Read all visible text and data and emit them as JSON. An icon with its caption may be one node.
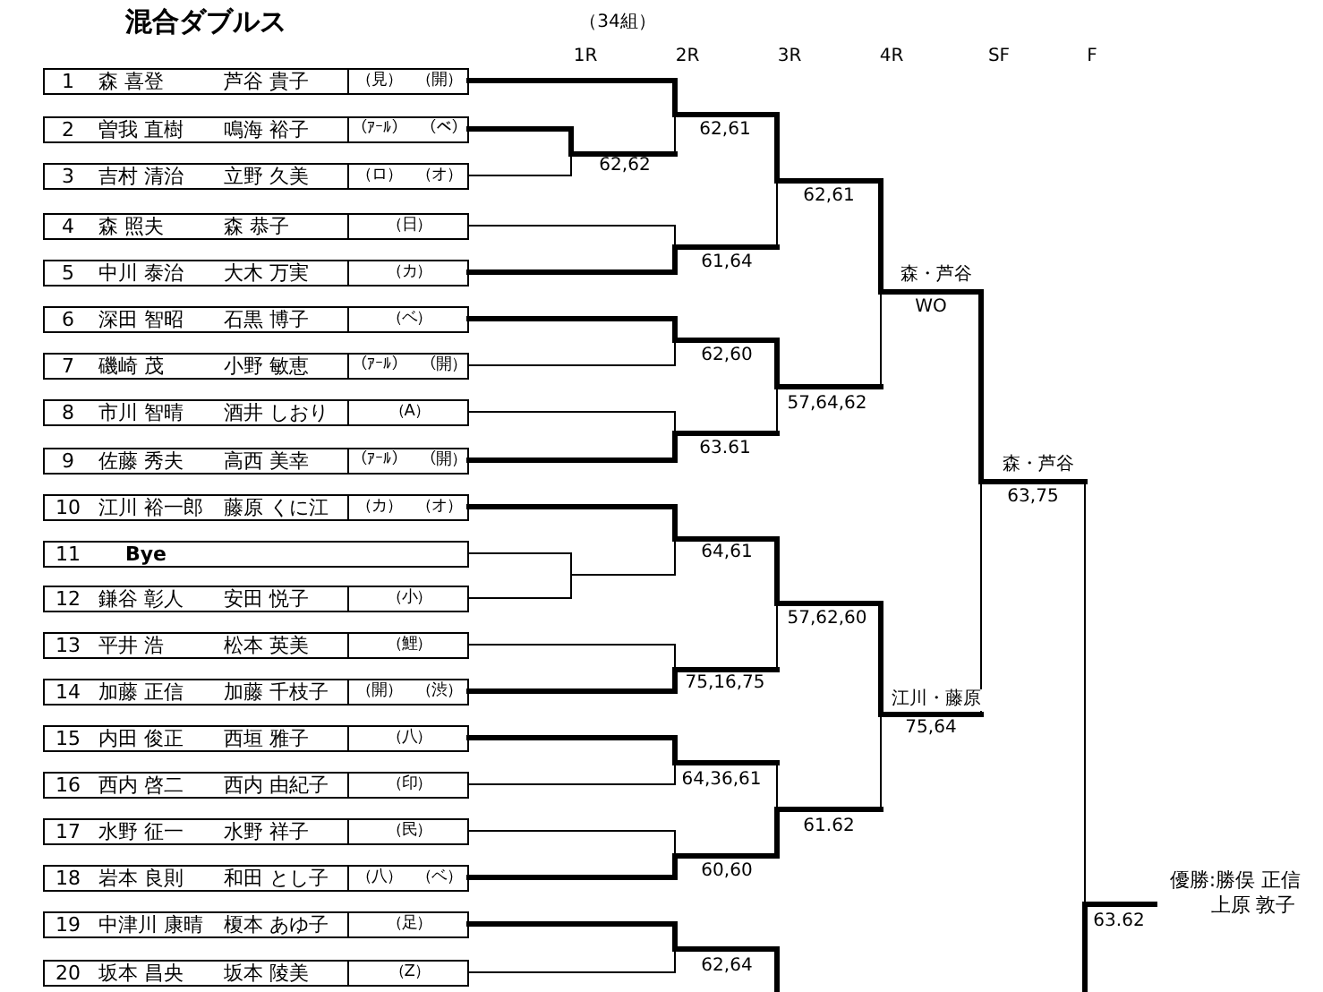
{
  "diagram": {
    "title": "混合ダブルス",
    "nodes": [
      {
        "text": [
          "1",
          "森 喜登",
          "芦谷 貴子",
          "（見）　（開）"
        ]
      },
      {
        "text": [
          "2",
          "曽我 直樹",
          "鳴海 裕子",
          "（ｱｰﾙ）　（ベ）"
        ]
      },
      {
        "text": [
          "3",
          "吉村 清治",
          "立野 久美",
          "（ロ）　（オ）"
        ]
      },
      {
        "text": [
          "4",
          "森 照夫",
          "森 恭子",
          "（日）"
        ]
      },
      {
        "text": [
          "5",
          "中川 泰治",
          "大木 万実",
          "（カ）"
        ]
      },
      {
        "text": [
          "6",
          "深田 智昭",
          "石黒 博子",
          "（ベ）"
        ]
      },
      {
        "text": [
          "7",
          "磯崎 茂",
          "小野 敏恵",
          "（ｱｰﾙ）　（開）"
        ]
      },
      {
        "text": [
          "8",
          "市川 智晴",
          "酒井 しおり",
          "（A）"
        ]
      },
      {
        "text": [
          "9",
          "佐藤 秀夫",
          "高西 美幸",
          "（ｱｰﾙ）　（開）"
        ]
      },
      {
        "text": [
          "10",
          "江川 裕一郎",
          "藤原 くに江",
          "（カ）　（オ）"
        ]
      },
      {
        "text": [
          "11",
          "Bye"
        ]
      },
      {
        "text": [
          "12",
          "鎌谷 彰人",
          "安田 悦子",
          "（小）"
        ]
      },
      {
        "text": [
          "13",
          "平井 浩",
          "松本 英美",
          "（鯉）"
        ]
      },
      {
        "text": [
          "14",
          "加藤 正信",
          "加藤 千枝子",
          "（開）　（渋）"
        ]
      },
      {
        "text": [
          "15",
          "内田 俊正",
          "西垣 雅子",
          "（八）"
        ]
      },
      {
        "text": [
          "16",
          "西内 啓二",
          "西内 由紀子",
          "（印）"
        ]
      },
      {
        "text": [
          "17",
          "水野 征一",
          "水野 祥子",
          "（民）"
        ]
      },
      {
        "text": [
          "18",
          "岩本 良則",
          "和田 とし子",
          "（八）　（ベ）"
        ]
      },
      {
        "text": [
          "19",
          "中津川 康晴",
          "榎本 あゆ子",
          "（足）"
        ]
      },
      {
        "text": [
          "20",
          "坂本 昌央",
          "坂本 陵美",
          "（Z）"
        ]
      }
    ],
    "labels": [
      "（34組）",
      "1R",
      "2R",
      "3R",
      "4R",
      "SF",
      "F",
      "62,61",
      "62,62",
      "62,61",
      "61,64",
      "森・芦谷",
      "WO",
      "62,60",
      "57,64,62",
      "63.61",
      "森・芦谷",
      "63,75",
      "64,61",
      "57,62,60",
      "75,16,75",
      "江川・藤原",
      "75,64",
      "64,36,61",
      "61.62",
      "60,60",
      "優勝:勝俣 正信",
      "上原 敦子",
      "63.62",
      "62,64"
    ]
  }
}
